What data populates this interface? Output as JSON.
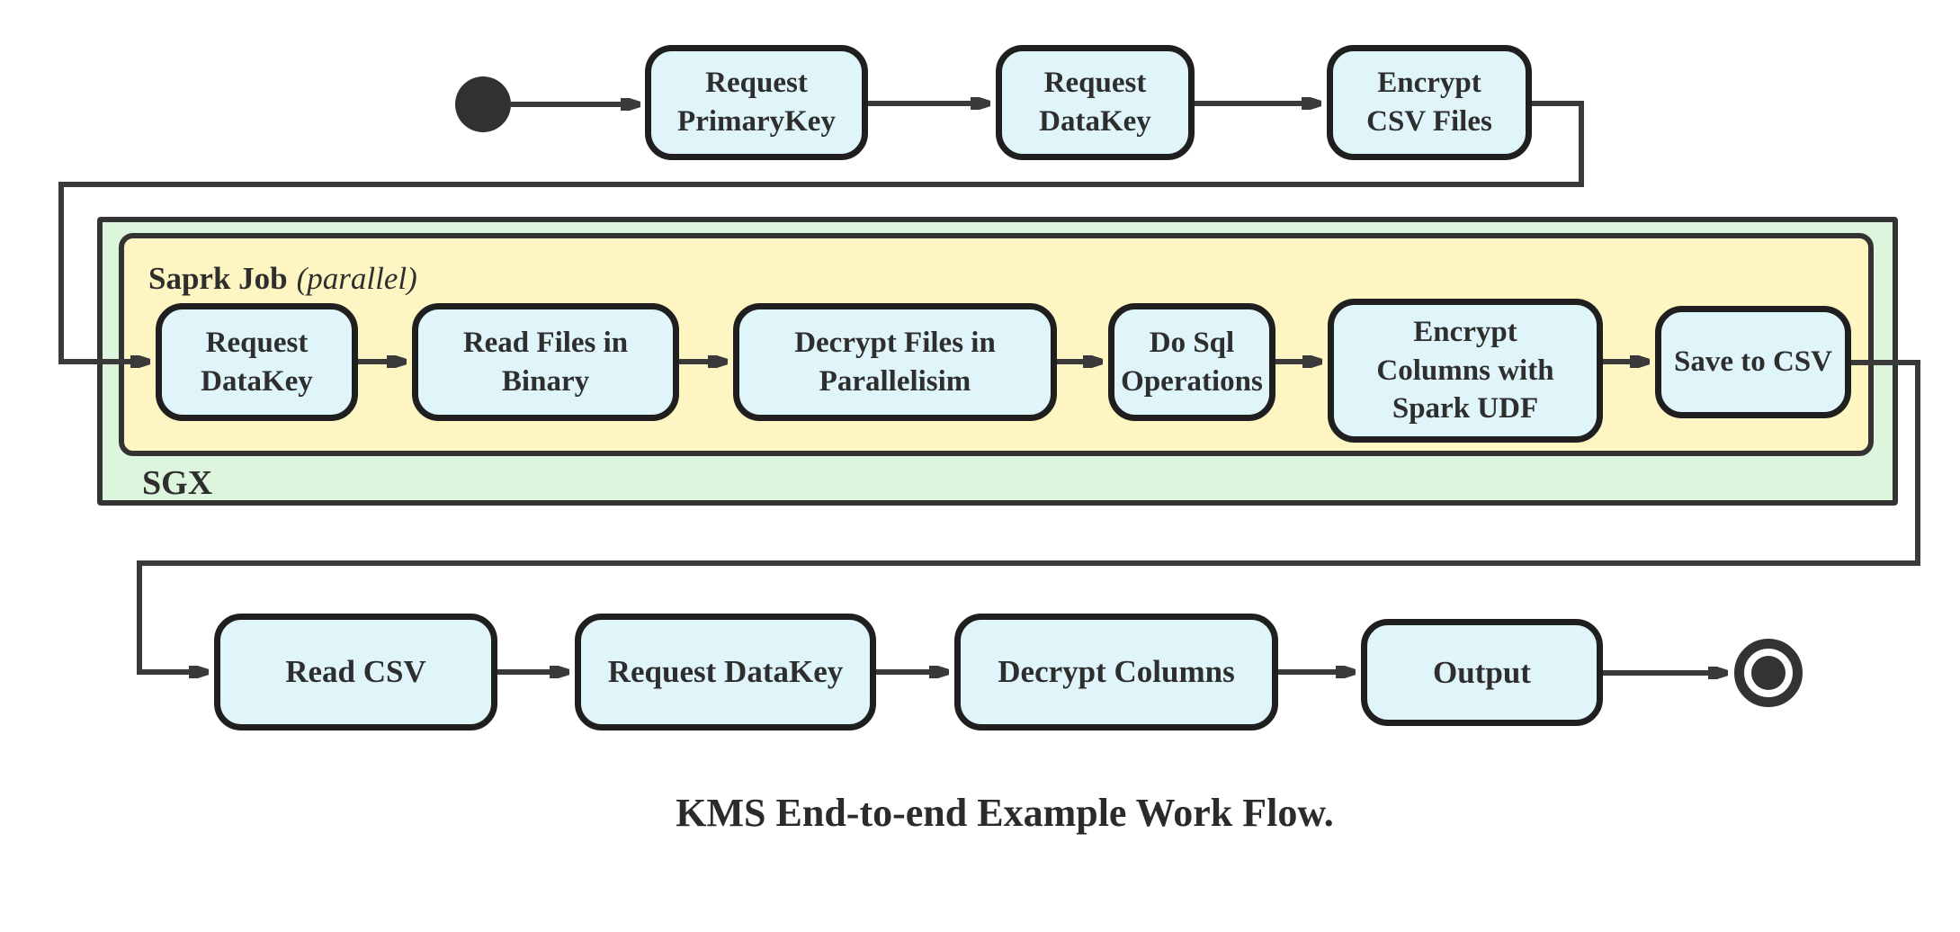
{
  "diagram": {
    "caption": "KMS End-to-end Example Work Flow.",
    "containers": {
      "sgx": {
        "label": "SGX"
      },
      "spark_job": {
        "label_bold": "Saprk Job",
        "label_italic": "(parallel)"
      }
    },
    "flow": {
      "start_row": [
        {
          "id": "request-primarykey",
          "label": "Request\nPrimaryKey"
        },
        {
          "id": "request-datakey",
          "label": "Request\nDataKey"
        },
        {
          "id": "encrypt-csv-files",
          "label": "Encrypt\nCSV Files"
        }
      ],
      "sgx_row": [
        {
          "id": "request-datakey-sgx",
          "label": "Request\nDataKey"
        },
        {
          "id": "read-files-in-binary",
          "label": "Read Files in\nBinary"
        },
        {
          "id": "decrypt-files-in-parallelisim",
          "label": "Decrypt Files in\nParallelisim"
        },
        {
          "id": "do-sql-operations",
          "label": "Do Sql\nOperations"
        },
        {
          "id": "encrypt-columns-with-spark-udf",
          "label": "Encrypt\nColumns with\nSpark UDF"
        },
        {
          "id": "save-to-csv",
          "label": "Save to CSV"
        }
      ],
      "bottom_row": [
        {
          "id": "read-csv",
          "label": "Read CSV"
        },
        {
          "id": "request-datakey-2",
          "label": "Request DataKey"
        },
        {
          "id": "decrypt-columns",
          "label": "Decrypt Columns"
        },
        {
          "id": "output",
          "label": "Output"
        }
      ]
    }
  },
  "colors": {
    "node_fill": "#e0f5fa",
    "node_border": "#1f1f1f",
    "sgx_fill": "#ddf4dd",
    "spark_fill": "#fdf6c3",
    "container_border": "#333333",
    "line": "#3a3a3a",
    "text": "#2e2e2e",
    "start_fill": "#333030"
  }
}
